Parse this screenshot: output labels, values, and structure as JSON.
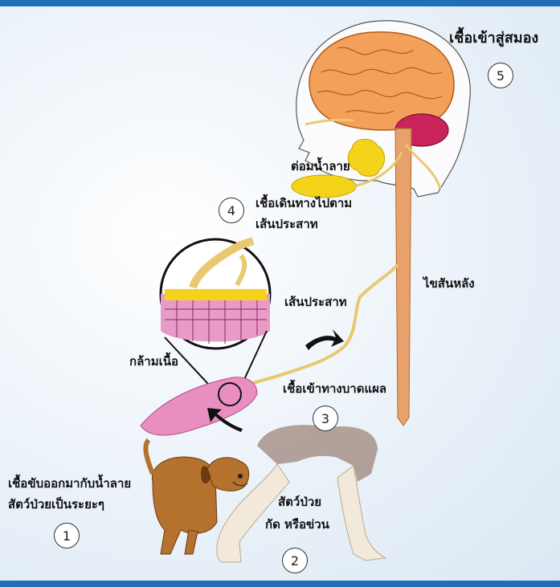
{
  "labels": {
    "brain": "เชื้อเข้าสู่สมอง",
    "salivary_gland": "ต่อมน้ำลาย",
    "travel_nerve_line1": "เชื้อเดินทางไปตาม",
    "travel_nerve_line2": "เส้นประสาท",
    "spinal_cord": "ไขสันหลัง",
    "nerve": "เส้นประสาท",
    "muscle": "กล้ามเนื้อ",
    "enter_wound": "เชื้อเข้าทางบาดแผล",
    "saliva_line1": "เชื้อขับออกมากับน้ำลาย",
    "saliva_line2": "สัตว์ป่วยเป็นระยะๆ",
    "bite_line1": "สัตว์ป่วย",
    "bite_line2": "กัด หรือข่วน"
  },
  "steps": {
    "s1": "1",
    "s2": "2",
    "s3": "3",
    "s4": "4",
    "s5": "5"
  },
  "colors": {
    "frame_blue": "#1e6fb8",
    "brain_orange": "#f2a05a",
    "cerebellum": "#c8245a",
    "gland_yellow": "#f4d31b",
    "spinal_cord": "#e8a16a",
    "muscle_pink": "#e98fc0",
    "dog_brown": "#b5712e"
  }
}
